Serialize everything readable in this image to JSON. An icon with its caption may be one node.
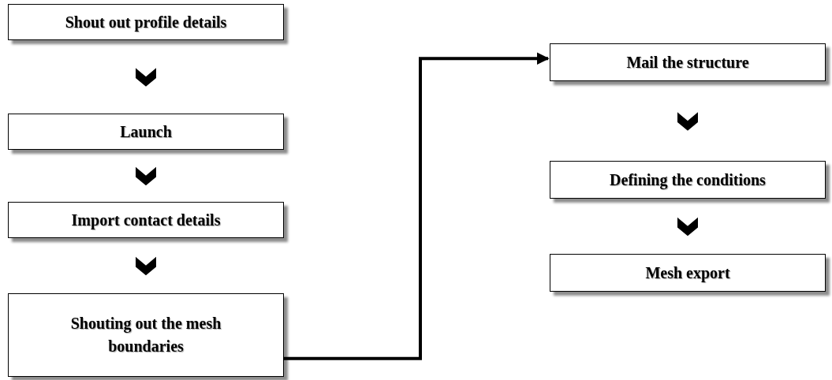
{
  "diagram": {
    "nodes": [
      {
        "text": [
          "Shout out profile details"
        ]
      },
      {
        "text": [
          "Launch"
        ]
      },
      {
        "text": [
          "Import contact details"
        ]
      },
      {
        "text": [
          "Shouting out the mesh boundaries"
        ]
      },
      {
        "text": [
          "Mail the structure"
        ]
      },
      {
        "text": [
          "Defining the conditions"
        ]
      },
      {
        "text": [
          "Mesh export"
        ]
      }
    ],
    "edges": [
      {
        "from": 0,
        "to": 1,
        "arrow": "to"
      },
      {
        "from": 1,
        "to": 2,
        "arrow": "to"
      },
      {
        "from": 2,
        "to": 3,
        "arrow": "to"
      },
      {
        "from": 3,
        "to": 4,
        "arrow": "to"
      },
      {
        "from": 4,
        "to": 5,
        "arrow": "to"
      },
      {
        "from": 5,
        "to": 6,
        "arrow": "to"
      }
    ]
  }
}
